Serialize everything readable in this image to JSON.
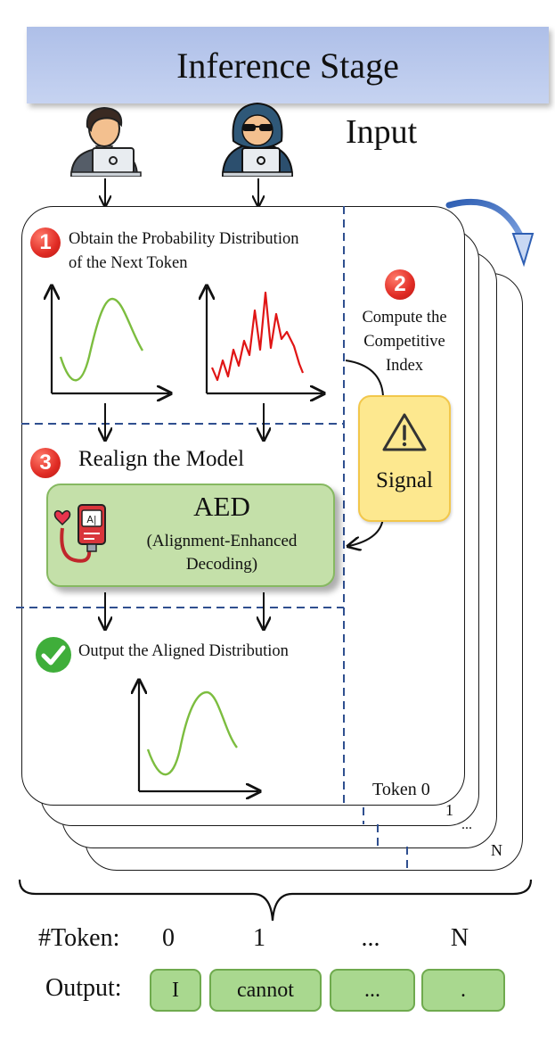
{
  "header": {
    "title": "Inference Stage"
  },
  "input_label": "Input",
  "steps": {
    "step1": {
      "number": "1",
      "line1": "Obtain the Probability Distribution",
      "line2": "of  the Next Token"
    },
    "step2": {
      "number": "2",
      "line1": "Compute the",
      "line2": "Competitive",
      "line3": "Index"
    },
    "step3": {
      "number": "3",
      "label": "Realign the Model"
    },
    "output": {
      "label": "Output the Aligned Distribution"
    }
  },
  "signal": {
    "label": "Signal"
  },
  "aed": {
    "title": "AED",
    "subtitle_line1": "(Alignment-Enhanced",
    "subtitle_line2": "Decoding)",
    "chip_text": "A|"
  },
  "stack": {
    "token0": "Token 0",
    "token1": "1",
    "token_dots": "...",
    "tokenN": "N"
  },
  "tokens_row": {
    "label": "#Token:",
    "indices": [
      "0",
      "1",
      "...",
      "N"
    ]
  },
  "output_row": {
    "label": "Output:",
    "tokens": [
      "I",
      "cannot",
      "...",
      "."
    ]
  },
  "colors": {
    "banner": "#b8c8ee",
    "dashed": "#2f4f8f",
    "green_curve": "#7cbd3f",
    "red_curve": "#e01515",
    "aed_fill": "#c4e0a9",
    "signal_fill": "#fde88f",
    "token_fill": "#a9d88f",
    "step_badge": "#e02b24",
    "check": "#3fae3a"
  },
  "icons": [
    "user-laptop-icon",
    "hacker-laptop-icon",
    "warning-icon",
    "ai-infusion-icon",
    "check-icon",
    "curved-arrow-icon"
  ]
}
